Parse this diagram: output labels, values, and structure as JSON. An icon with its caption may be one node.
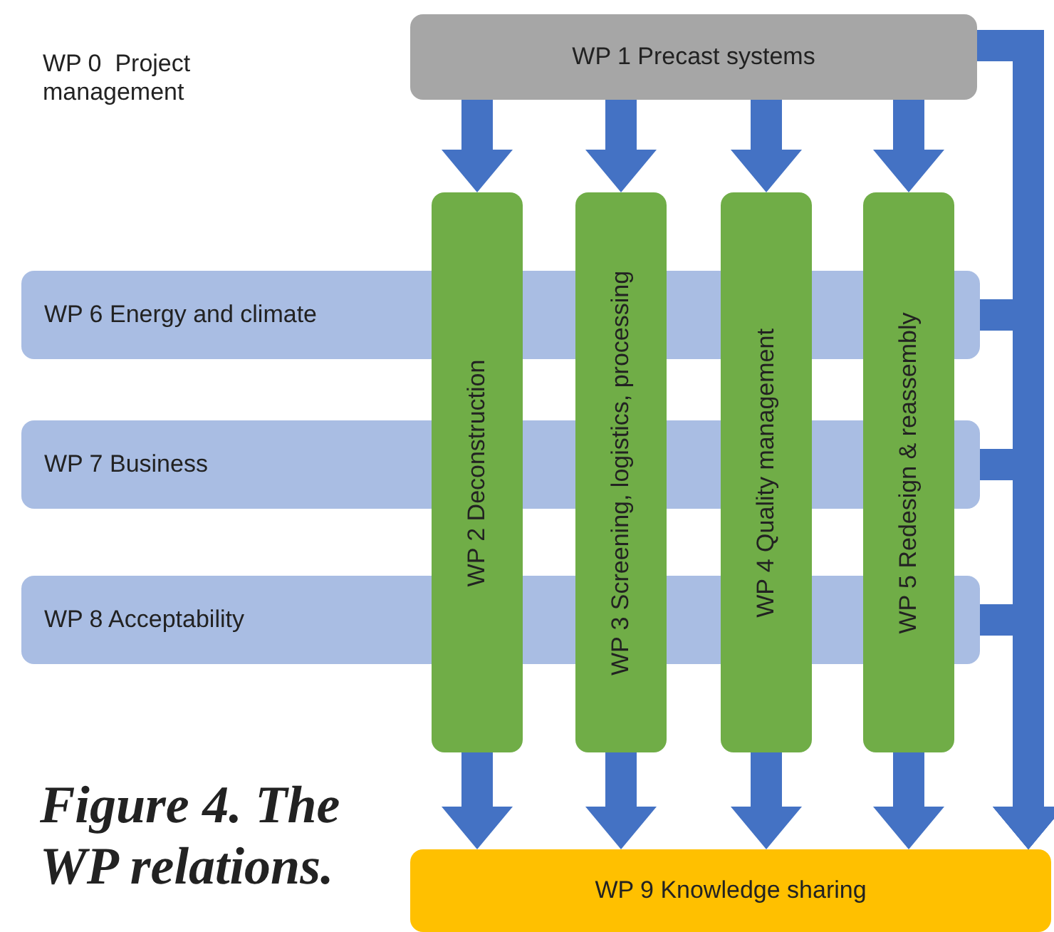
{
  "diagram": {
    "caption": "Figure 4. The WP relations.",
    "nodes": [
      {
        "text": [
          "WP 1 Precast systems"
        ]
      },
      {
        "text": [
          "WP 6 Energy and climate"
        ]
      },
      {
        "text": [
          "WP 7 Business"
        ]
      },
      {
        "text": [
          "WP 8 Acceptability"
        ]
      },
      {
        "text": [
          "WP 2 Deconstruction"
        ]
      },
      {
        "text": [
          "WP 3 Screening, logistics, processing"
        ]
      },
      {
        "text": [
          "WP 4 Quality management"
        ]
      },
      {
        "text": [
          "WP 5 Redesign & reassembly"
        ]
      },
      {
        "text": [
          "WP 9 Knowledge sharing"
        ]
      }
    ],
    "edges": [
      {
        "from": 0,
        "to": 4,
        "arrow": "to"
      },
      {
        "from": 0,
        "to": 5,
        "arrow": "to"
      },
      {
        "from": 0,
        "to": 6,
        "arrow": "to"
      },
      {
        "from": 0,
        "to": 7,
        "arrow": "to"
      },
      {
        "from": 4,
        "to": 8,
        "arrow": "to"
      },
      {
        "from": 5,
        "to": 8,
        "arrow": "to"
      },
      {
        "from": 6,
        "to": 8,
        "arrow": "to"
      },
      {
        "from": 7,
        "to": 8,
        "arrow": "to"
      },
      {
        "from": 0,
        "to": 8,
        "arrow": "to"
      },
      {
        "from": 1,
        "to": 8,
        "arrow": "to"
      },
      {
        "from": 2,
        "to": 8,
        "arrow": "to"
      },
      {
        "from": 3,
        "to": 8,
        "arrow": "to"
      }
    ],
    "labels": [
      "WP 0  Project management"
    ]
  }
}
